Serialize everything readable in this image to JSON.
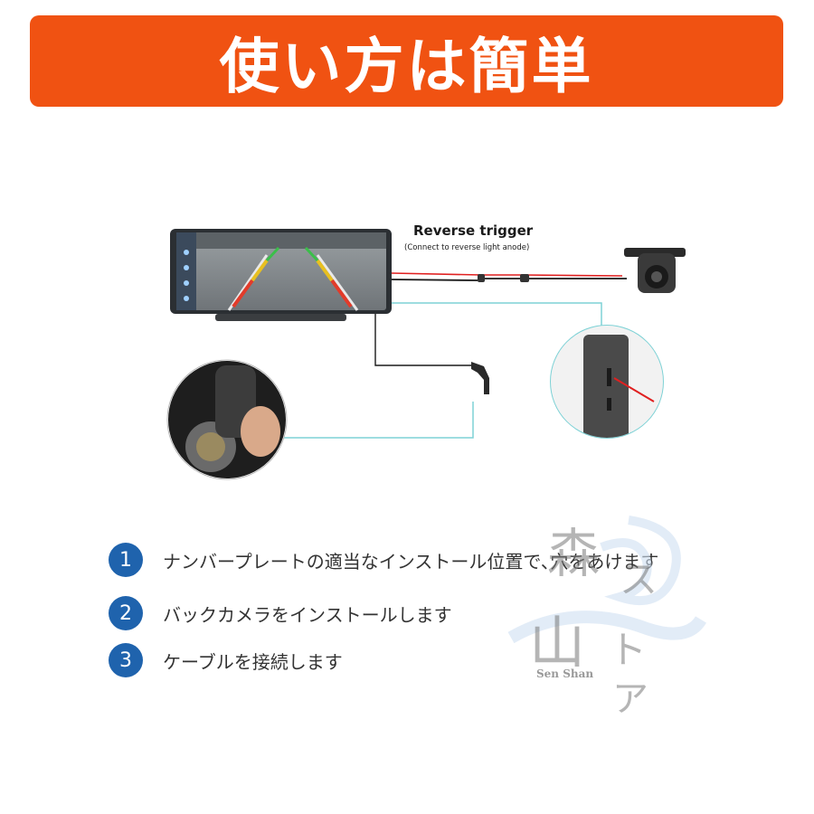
{
  "header": {
    "title": "使い方は簡単"
  },
  "diagram": {
    "reverse_trigger_label": "Reverse trigger",
    "reverse_trigger_note": "(Connect to reverse light anode)"
  },
  "steps": [
    {
      "number": "1",
      "text": "ナンバープレートの適当なインストール位置で､穴をあけます"
    },
    {
      "number": "2",
      "text": "バックカメラをインストールします"
    },
    {
      "number": "3",
      "text": "ケーブルを接続します"
    }
  ],
  "watermark": {
    "glyph_1": "森",
    "glyph_2": "ス",
    "glyph_3": "山",
    "glyph_4": "ト",
    "glyph_5": "ア",
    "latin": "Sen Shan"
  },
  "colors": {
    "banner": "#f05212",
    "step_badge": "#1f63ad",
    "cable_red": "#e02020",
    "cable_teal": "#7fd2d6"
  }
}
